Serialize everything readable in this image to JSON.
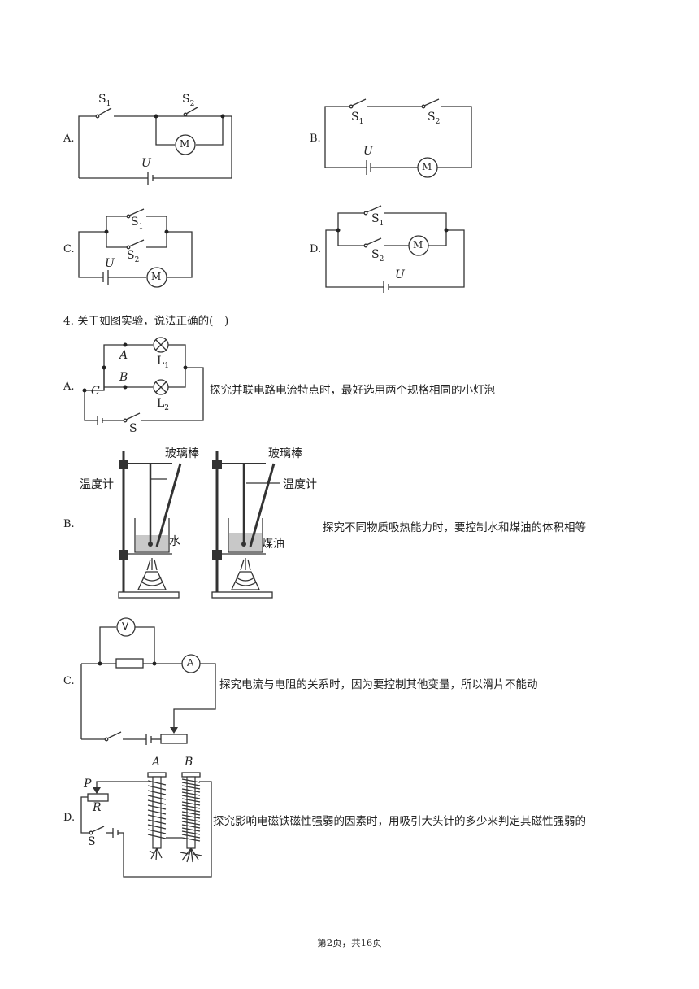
{
  "q3_options": {
    "a": {
      "letter": "A.",
      "s1": "S",
      "s1_sub": "1",
      "s2": "S",
      "s2_sub": "2",
      "motor": "M",
      "source": "U"
    },
    "b": {
      "letter": "B.",
      "s1": "S",
      "s1_sub": "1",
      "s2": "S",
      "s2_sub": "2",
      "motor": "M",
      "source": "U"
    },
    "c": {
      "letter": "C.",
      "s1": "S",
      "s1_sub": "1",
      "s2": "S",
      "s2_sub": "2",
      "motor": "M",
      "source": "U"
    },
    "d": {
      "letter": "D.",
      "s1": "S",
      "s1_sub": "1",
      "s2": "S",
      "s2_sub": "2",
      "motor": "M",
      "source": "U"
    }
  },
  "q4": {
    "stem": "4. 关于如图实验，说法正确的(　)",
    "a": {
      "letter": "A.",
      "text": "探究并联电路电流特点时，最好选用两个规格相同的小灯泡",
      "point_a": "A",
      "point_b": "B",
      "point_c": "C",
      "l1": "L",
      "l1_sub": "1",
      "l2": "L",
      "l2_sub": "2",
      "switch": "S"
    },
    "b": {
      "letter": "B.",
      "text": "探究不同物质吸热能力时，要控制水和煤油的体积相等",
      "rod": "玻璃棒",
      "thermometer": "温度计",
      "water": "水",
      "kerosene": "煤油"
    },
    "c": {
      "letter": "C.",
      "text": "探究电流与电阻的关系时，因为要控制其他变量，所以滑片不能动",
      "voltmeter": "V",
      "ammeter": "A"
    },
    "d": {
      "letter": "D.",
      "text": "探究影响电磁铁磁性强弱的因素时，用吸引大头针的多少来判定其磁性强弱的",
      "nail_a": "A",
      "nail_b": "B",
      "p": "P",
      "r": "R",
      "switch": "S"
    }
  },
  "footer": "第2页，共16页"
}
